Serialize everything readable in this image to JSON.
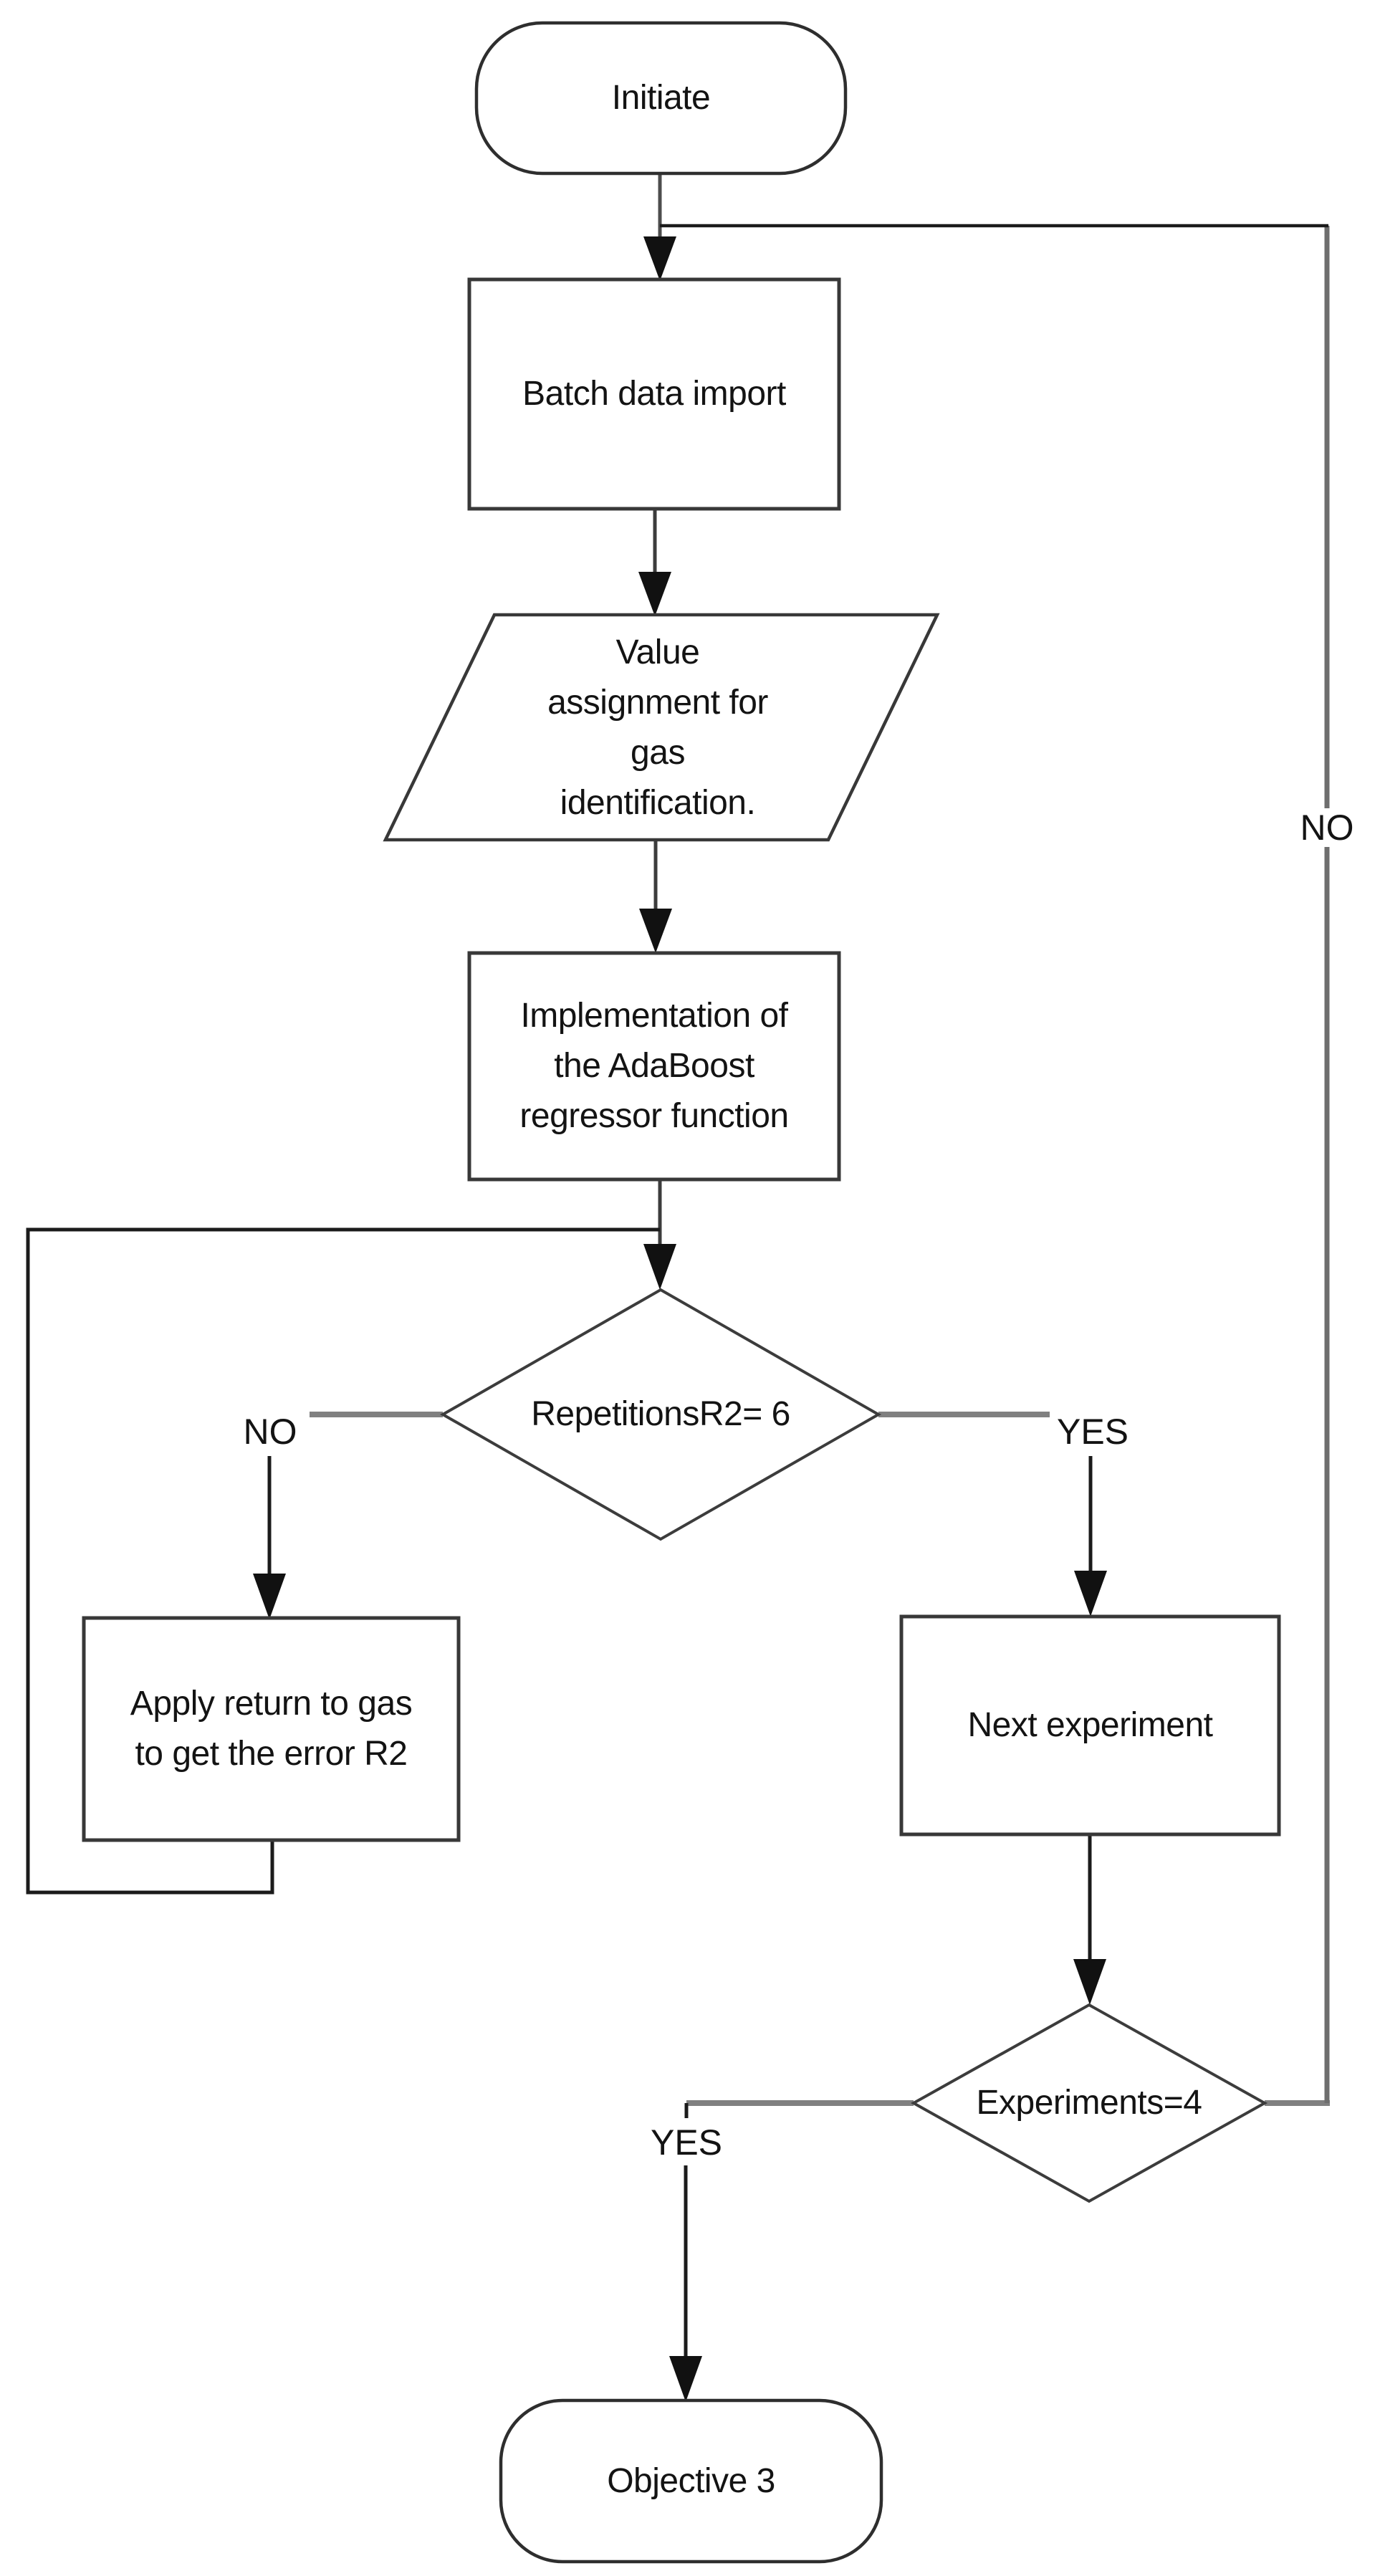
{
  "diagram": {
    "colors": {
      "background": "#ffffff",
      "shape_stroke": "#383838",
      "connector_black": "#1b1b1b",
      "connector_gray": "#808080",
      "feedback_gray": "#6e6e6e",
      "text": "#131313"
    },
    "nodes": {
      "initiate": {
        "shape": "terminator",
        "label": "Initiate"
      },
      "batch_data_import": {
        "shape": "process",
        "label": "Batch data import"
      },
      "value_assignment": {
        "shape": "input-output",
        "label": "Value\nassignment for\ngas\nidentification."
      },
      "adaboost_regressor": {
        "shape": "process",
        "label": "Implementation of\nthe AdaBoost\nregressor function"
      },
      "repetitions_check": {
        "shape": "decision",
        "label": "RepetitionsR2= 6"
      },
      "apply_return": {
        "shape": "process",
        "label": "Apply return to gas\nto get the error R2"
      },
      "next_experiment": {
        "shape": "process",
        "label": "Next experiment"
      },
      "experiments_check": {
        "shape": "decision",
        "label": "Experiments=4"
      },
      "objective_3": {
        "shape": "terminator",
        "label": "Objective 3"
      }
    },
    "edge_labels": {
      "repetitions_no": "NO",
      "repetitions_yes": "YES",
      "experiments_yes": "YES",
      "experiments_no": "NO"
    },
    "flow": [
      {
        "from": "initiate",
        "to": "batch_data_import"
      },
      {
        "from": "batch_data_import",
        "to": "value_assignment"
      },
      {
        "from": "value_assignment",
        "to": "adaboost_regressor"
      },
      {
        "from": "adaboost_regressor",
        "to": "repetitions_check"
      },
      {
        "from": "repetitions_check",
        "to": "apply_return",
        "label": "NO"
      },
      {
        "from": "apply_return",
        "to": "repetitions_check",
        "note": "loop back via left side"
      },
      {
        "from": "repetitions_check",
        "to": "next_experiment",
        "label": "YES"
      },
      {
        "from": "next_experiment",
        "to": "experiments_check"
      },
      {
        "from": "experiments_check",
        "to": "objective_3",
        "label": "YES"
      },
      {
        "from": "experiments_check",
        "to": "batch_data_import",
        "label": "NO",
        "note": "feedback via right side"
      }
    ]
  }
}
